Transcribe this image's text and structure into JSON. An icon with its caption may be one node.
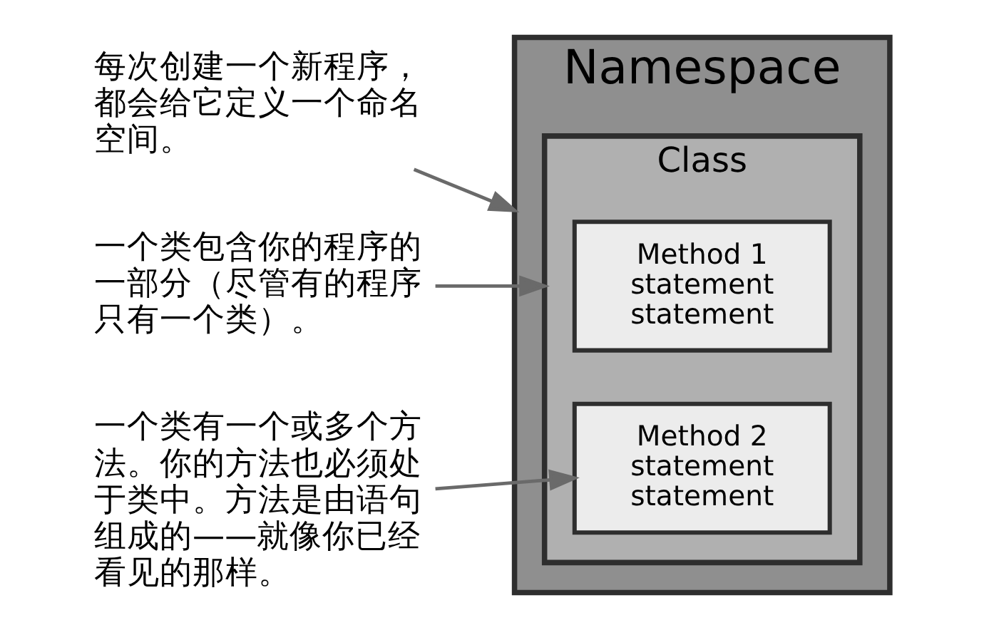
{
  "diagram": {
    "nodes": [
      {
        "text": [
          "每次创建一个新程序，都会给它定义一个命名空间。"
        ]
      },
      {
        "text": [
          "Namespace"
        ]
      },
      {
        "text": [
          "Class"
        ],
        "in": 1
      },
      {
        "text": [
          "Method 1",
          "statement",
          "statement"
        ],
        "in": 2
      },
      {
        "text": [
          "Method 2",
          "statement",
          "statement"
        ],
        "in": 2
      },
      {
        "text": [
          "一个类包含你的程序的一部分（尽管有的程序只有一个类）。"
        ]
      },
      {
        "text": [
          "一个类有一个或多个方法。你的方法也必须处于类中。方法是由语句组成的——就像你已经看见的那样。"
        ]
      }
    ],
    "edges": [
      {
        "from": 0,
        "to": 1,
        "arrow": "to"
      },
      {
        "from": 5,
        "to": 2,
        "arrow": "to"
      },
      {
        "from": 6,
        "to": 4,
        "arrow": "to"
      }
    ]
  }
}
